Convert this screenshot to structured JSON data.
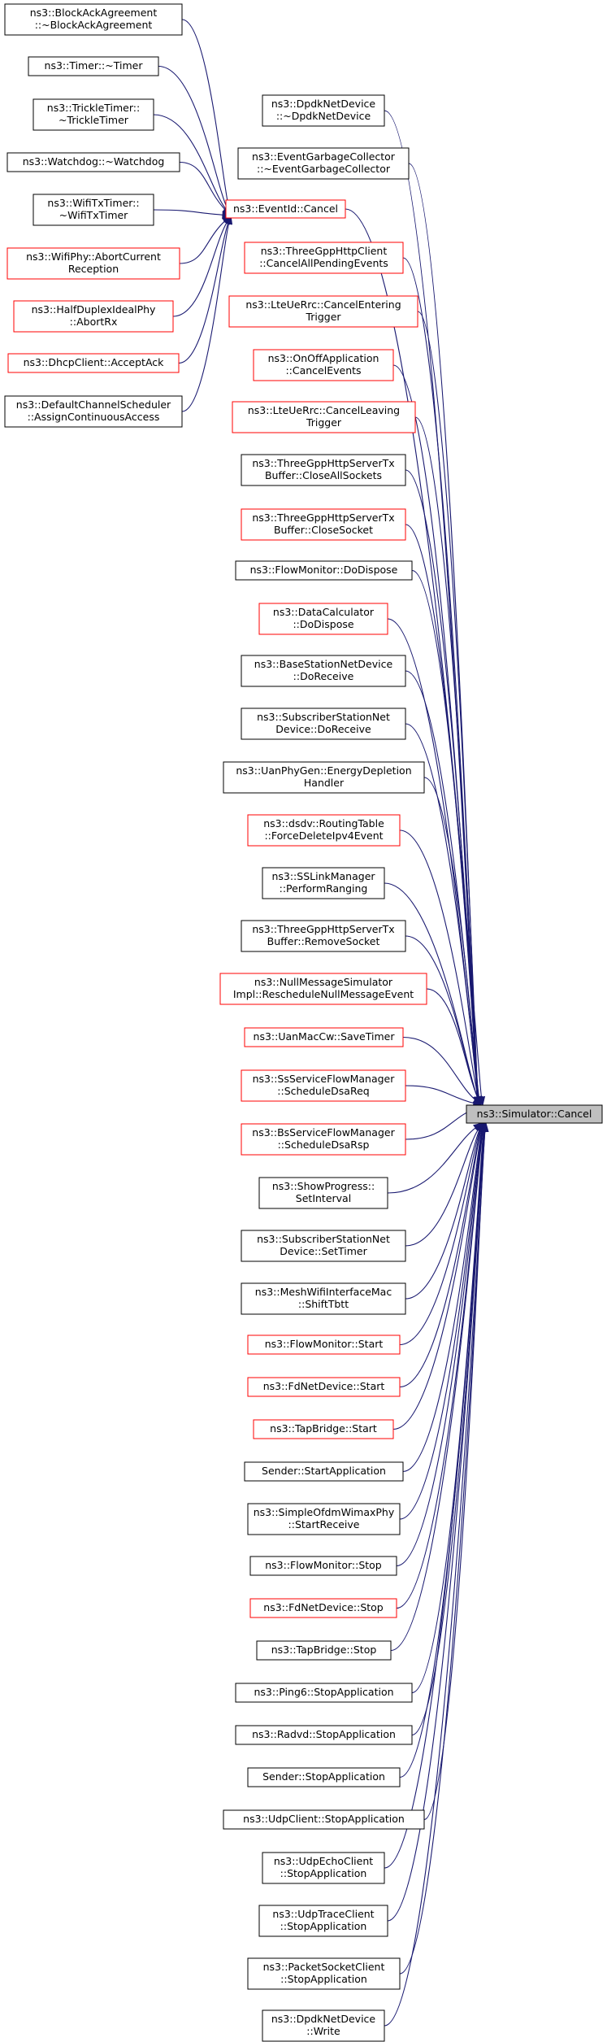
{
  "colors": {
    "edge": "#191970",
    "border_normal": "#000000",
    "border_red": "#ff0000",
    "focus_fill": "#bfbfbf"
  },
  "target": {
    "label": "ns3::Simulator::Cancel"
  },
  "sub_target": {
    "label": "ns3::EventId::Cancel",
    "style": "red"
  },
  "sub_callers": [
    {
      "lines": [
        "ns3::BlockAckAgreement",
        "::~BlockAckAgreement"
      ],
      "style": "normal"
    },
    {
      "lines": [
        "ns3::Timer::~Timer"
      ],
      "style": "normal"
    },
    {
      "lines": [
        "ns3::TrickleTimer::",
        "~TrickleTimer"
      ],
      "style": "normal"
    },
    {
      "lines": [
        "ns3::Watchdog::~Watchdog"
      ],
      "style": "normal"
    },
    {
      "lines": [
        "ns3::WifiTxTimer::",
        "~WifiTxTimer"
      ],
      "style": "normal"
    },
    {
      "lines": [
        "ns3::WifiPhy::AbortCurrent",
        "Reception"
      ],
      "style": "red"
    },
    {
      "lines": [
        "ns3::HalfDuplexIdealPhy",
        "::AbortRx"
      ],
      "style": "red"
    },
    {
      "lines": [
        "ns3::DhcpClient::AcceptAck"
      ],
      "style": "red"
    },
    {
      "lines": [
        "ns3::DefaultChannelScheduler",
        "::AssignContinuousAccess"
      ],
      "style": "normal"
    }
  ],
  "callers": [
    {
      "lines": [
        "ns3::DpdkNetDevice",
        "::~DpdkNetDevice"
      ],
      "style": "normal"
    },
    {
      "lines": [
        "ns3::EventGarbageCollector",
        "::~EventGarbageCollector"
      ],
      "style": "normal"
    },
    {
      "lines": [
        "ns3::ThreeGppHttpClient",
        "::CancelAllPendingEvents"
      ],
      "style": "red"
    },
    {
      "lines": [
        "ns3::LteUeRrc::CancelEntering",
        "Trigger"
      ],
      "style": "red"
    },
    {
      "lines": [
        "ns3::OnOffApplication",
        "::CancelEvents"
      ],
      "style": "red"
    },
    {
      "lines": [
        "ns3::LteUeRrc::CancelLeaving",
        "Trigger"
      ],
      "style": "red"
    },
    {
      "lines": [
        "ns3::ThreeGppHttpServerTx",
        "Buffer::CloseAllSockets"
      ],
      "style": "normal"
    },
    {
      "lines": [
        "ns3::ThreeGppHttpServerTx",
        "Buffer::CloseSocket"
      ],
      "style": "red"
    },
    {
      "lines": [
        "ns3::FlowMonitor::DoDispose"
      ],
      "style": "normal"
    },
    {
      "lines": [
        "ns3::DataCalculator",
        "::DoDispose"
      ],
      "style": "red"
    },
    {
      "lines": [
        "ns3::BaseStationNetDevice",
        "::DoReceive"
      ],
      "style": "normal"
    },
    {
      "lines": [
        "ns3::SubscriberStationNet",
        "Device::DoReceive"
      ],
      "style": "normal"
    },
    {
      "lines": [
        "ns3::UanPhyGen::EnergyDepletion",
        "Handler"
      ],
      "style": "normal"
    },
    {
      "lines": [
        "ns3::dsdv::RoutingTable",
        "::ForceDeleteIpv4Event"
      ],
      "style": "red"
    },
    {
      "lines": [
        "ns3::SSLinkManager",
        "::PerformRanging"
      ],
      "style": "normal"
    },
    {
      "lines": [
        "ns3::ThreeGppHttpServerTx",
        "Buffer::RemoveSocket"
      ],
      "style": "normal"
    },
    {
      "lines": [
        "ns3::NullMessageSimulator",
        "Impl::RescheduleNullMessageEvent"
      ],
      "style": "red"
    },
    {
      "lines": [
        "ns3::UanMacCw::SaveTimer"
      ],
      "style": "red"
    },
    {
      "lines": [
        "ns3::SsServiceFlowManager",
        "::ScheduleDsaReq"
      ],
      "style": "red"
    },
    {
      "lines": [
        "ns3::BsServiceFlowManager",
        "::ScheduleDsaRsp"
      ],
      "style": "red"
    },
    {
      "lines": [
        "ns3::ShowProgress::",
        "SetInterval"
      ],
      "style": "normal"
    },
    {
      "lines": [
        "ns3::SubscriberStationNet",
        "Device::SetTimer"
      ],
      "style": "normal"
    },
    {
      "lines": [
        "ns3::MeshWifiInterfaceMac",
        "::ShiftTbtt"
      ],
      "style": "normal"
    },
    {
      "lines": [
        "ns3::FlowMonitor::Start"
      ],
      "style": "red"
    },
    {
      "lines": [
        "ns3::FdNetDevice::Start"
      ],
      "style": "red"
    },
    {
      "lines": [
        "ns3::TapBridge::Start"
      ],
      "style": "red"
    },
    {
      "lines": [
        "Sender::StartApplication"
      ],
      "style": "normal"
    },
    {
      "lines": [
        "ns3::SimpleOfdmWimaxPhy",
        "::StartReceive"
      ],
      "style": "normal"
    },
    {
      "lines": [
        "ns3::FlowMonitor::Stop"
      ],
      "style": "normal"
    },
    {
      "lines": [
        "ns3::FdNetDevice::Stop"
      ],
      "style": "red"
    },
    {
      "lines": [
        "ns3::TapBridge::Stop"
      ],
      "style": "normal"
    },
    {
      "lines": [
        "ns3::Ping6::StopApplication"
      ],
      "style": "normal"
    },
    {
      "lines": [
        "ns3::Radvd::StopApplication"
      ],
      "style": "normal"
    },
    {
      "lines": [
        "Sender::StopApplication"
      ],
      "style": "normal"
    },
    {
      "lines": [
        "ns3::UdpClient::StopApplication"
      ],
      "style": "normal"
    },
    {
      "lines": [
        "ns3::UdpEchoClient",
        "::StopApplication"
      ],
      "style": "normal"
    },
    {
      "lines": [
        "ns3::UdpTraceClient",
        "::StopApplication"
      ],
      "style": "normal"
    },
    {
      "lines": [
        "ns3::PacketSocketClient",
        "::StopApplication"
      ],
      "style": "normal"
    },
    {
      "lines": [
        "ns3::DpdkNetDevice",
        "::Write"
      ],
      "style": "normal"
    }
  ]
}
